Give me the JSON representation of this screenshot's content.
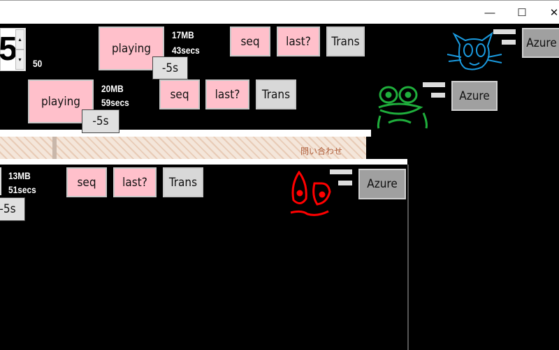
{
  "window": {
    "controls": {
      "minimize": "—",
      "maximize": "☐",
      "close": "✕"
    }
  },
  "spinner": {
    "value": "5",
    "up": "▴",
    "down": "▾",
    "label": "50"
  },
  "rows": [
    {
      "play": "playing",
      "size": "17MB",
      "duration": "43secs",
      "minus": "-5s",
      "seq": "seq",
      "last": "last?",
      "trans": "Trans",
      "azure": "Azure"
    },
    {
      "play": "playing",
      "size": "20MB",
      "duration": "59secs",
      "minus": "-5s",
      "seq": "seq",
      "last": "last?",
      "trans": "Trans",
      "azure": "Azure"
    },
    {
      "size": "13MB",
      "duration": "51secs",
      "minus": "-5s",
      "seq": "seq",
      "last": "last?",
      "trans": "Trans",
      "azure": "Azure"
    }
  ],
  "banner": {
    "contact": "問い合わせ"
  }
}
